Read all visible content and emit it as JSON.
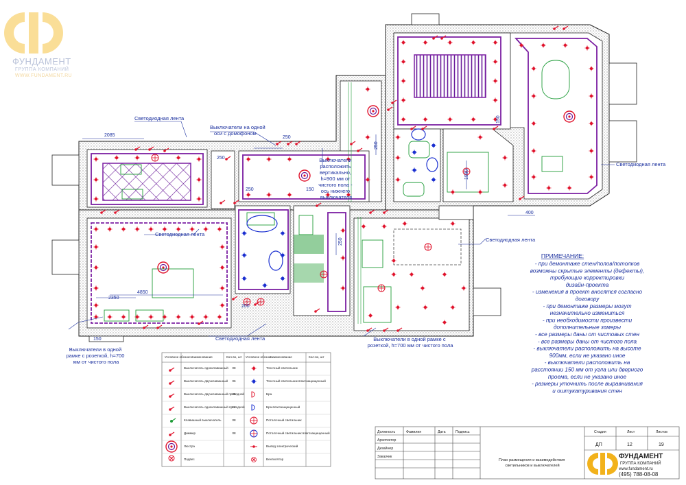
{
  "brand": {
    "name": "ФУНДАМЕНТ",
    "group": "ГРУППА КОМПАНИЙ",
    "site": "WWW.FUNDAMENT.RU",
    "site_footer": "www.fundament.ru",
    "phone": "(495) 788-08-08",
    "logo_color": "#f2b21b"
  },
  "callouts": {
    "led_strip": "Светодиодная лента",
    "switches_one_axis": [
      "Выключатели на одной",
      "оси с домофоном"
    ],
    "switches_vertical": [
      "Выключатели",
      "расположить",
      "вертикально,",
      "h=900 мм от",
      "чистого пола -",
      "ось нижнего",
      "выключателя"
    ],
    "switches_frame_left": [
      "Выключатели в одной",
      "рамке с розеткой, h=700",
      "мм от чистого пола"
    ],
    "switches_frame_bottom": [
      "Выключатели в одной рамке с",
      "розеткой, h=700 мм от чистого пола"
    ]
  },
  "dimensions": {
    "d2085": "2085",
    "d250a": "250",
    "d250b": "250",
    "d250c": "250",
    "d250d": "250",
    "d250e": "250",
    "d150a": "150",
    "d150b": "150",
    "d150c": "150",
    "d1990": "1990",
    "d400": "400",
    "d4850": "4850",
    "d2350": "2350",
    "d200": "200"
  },
  "notes": {
    "title": "ПРИМЕЧАНИЕ:",
    "lines": [
      "- при демонтаже стен/полов/потолков",
      "возможны скрытые элементы (дефекты),",
      "требующие корректировки",
      "дизайн-проекта",
      "- изменения в проект вносятся согласно",
      "договору",
      "- при демонтаже размеры могут",
      "незначительно измениться",
      "- при необходимости произвести",
      "дополнительные замеры",
      "- все размеры даны от чистовых стен",
      "- все размеры даны от чистого пола",
      "- выключатели расположить на высоте",
      "900мм, если не указано иное",
      "- выключатели расположить на",
      "расстоянии 150 мм от угла или дверного",
      "проема, если не указано иное",
      "- размеры уточнить после выравнивания",
      "и оштукатуривания стен"
    ]
  },
  "legend": {
    "headers": [
      "Условное обознач.",
      "Наименование",
      "Кол-во, шт",
      "Условное обознач.",
      "Наименование",
      "Кол-во, шт"
    ],
    "rows": [
      {
        "left_name": "Выключатель одноклавишный",
        "left_qty": "08",
        "right_name": "Точечный светильник",
        "right_qty": ""
      },
      {
        "left_name": "Выключатель двухклавишный",
        "left_qty": "06",
        "right_name": "Точечный светильник влагозащищенный",
        "right_qty": ""
      },
      {
        "left_name": "Выключатель двухклавишный проходной",
        "left_qty": "25",
        "right_name": "Бра",
        "right_qty": ""
      },
      {
        "left_name": "Выключатель одноклавишный проходной",
        "left_qty": "12",
        "right_name": "Бра влагозащищенный",
        "right_qty": ""
      },
      {
        "left_name": "Клавишный выключатель",
        "left_qty": "08",
        "right_name": "Потолочный светильник",
        "right_qty": ""
      },
      {
        "left_name": "Диммер",
        "left_qty": "08",
        "right_name": "Потолочный светильник влагозащищенный",
        "right_qty": ""
      },
      {
        "left_name": "Люстра",
        "left_qty": "",
        "right_name": "Вывод электрический",
        "right_qty": ""
      },
      {
        "left_name": "Подвес",
        "left_qty": "",
        "right_name": "Вентилятор",
        "right_qty": ""
      }
    ]
  },
  "title_block": {
    "roles_header": [
      "Должность",
      "Фамилия",
      "Дата",
      "Подпись"
    ],
    "roles": [
      "Архитектор",
      "Дизайнер",
      "Заказчик"
    ],
    "stage_header": [
      "Стадия",
      "Лист",
      "Листов"
    ],
    "stage": "ДП",
    "sheet": "12",
    "sheets": "19",
    "drawing_title": [
      "План размещения и взаимодействия",
      "светильников и выключателей"
    ]
  }
}
